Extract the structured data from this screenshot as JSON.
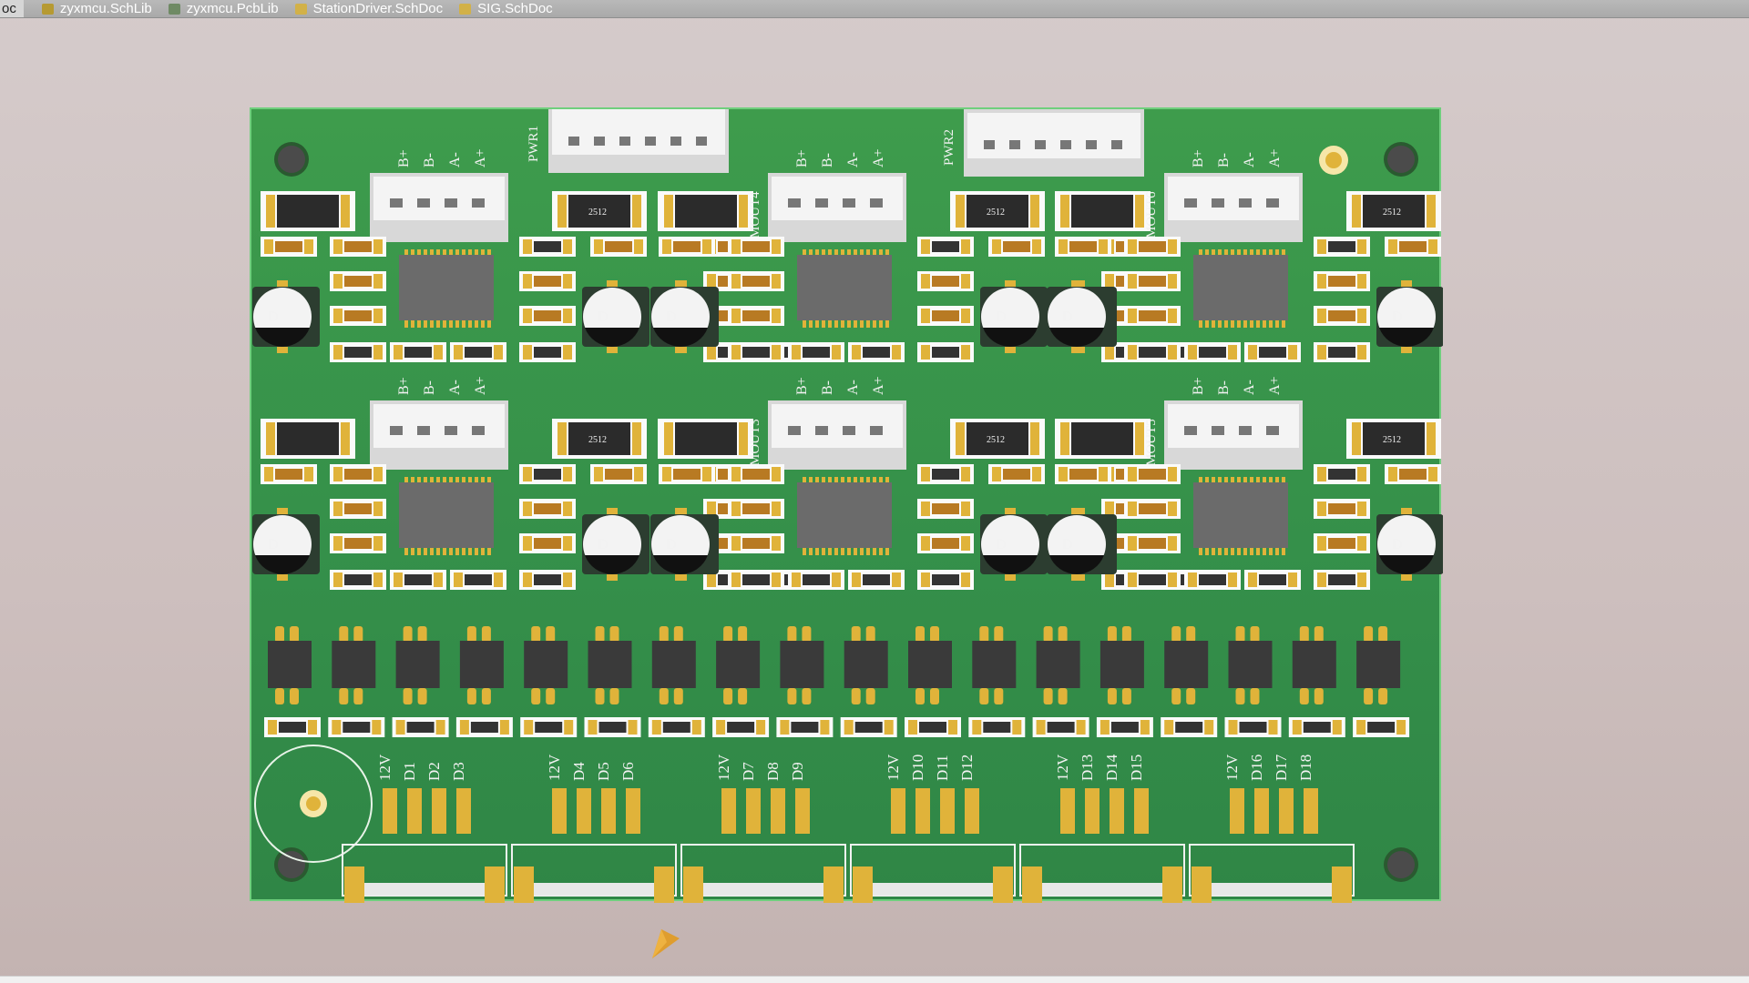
{
  "tabs": [
    {
      "label": "oc",
      "icon": "none"
    },
    {
      "label": "zyxmcu.SchLib",
      "icon": "schlib-icon"
    },
    {
      "label": "zyxmcu.PcbLib",
      "icon": "pcblib-icon"
    },
    {
      "label": "StationDriver.SchDoc",
      "icon": "schdoc-icon"
    },
    {
      "label": "SIG.SchDoc",
      "icon": "schdoc-icon"
    }
  ],
  "colors": {
    "board": "#3a964a",
    "pad": "#e0b33a",
    "chip": "#6b6b6b",
    "silk": "#f2f2f2",
    "connector": "#f4f4f4"
  },
  "connectors": {
    "power": [
      {
        "ref": "PWR1"
      },
      {
        "ref": "PWR2"
      }
    ],
    "motor_pins": [
      "B+",
      "B-",
      "A-",
      "A+"
    ],
    "motor_top": [
      {
        "ref": "",
        "pins": [
          "B+",
          "B-",
          "A-",
          "A+"
        ]
      },
      {
        "ref": "MOUT4",
        "pins": [
          "B+",
          "B-",
          "A-",
          "A+"
        ]
      },
      {
        "ref": "MOUT6",
        "pins": [
          "B+",
          "B-",
          "A-",
          "A+"
        ]
      }
    ],
    "motor_bottom": [
      {
        "ref": "",
        "pins": [
          "B+",
          "B-",
          "A-",
          "A+"
        ]
      },
      {
        "ref": "MOUT3",
        "pins": [
          "B+",
          "B-",
          "A-",
          "A+"
        ]
      },
      {
        "ref": "MOUT5",
        "pins": [
          "B+",
          "B-",
          "A-",
          "A+"
        ]
      }
    ]
  },
  "resistor_marks": [
    "2512",
    "2512"
  ],
  "signal_groups": [
    [
      "12V",
      "D1",
      "D2",
      "D3"
    ],
    [
      "12V",
      "D4",
      "D5",
      "D6"
    ],
    [
      "12V",
      "D7",
      "D8",
      "D9"
    ],
    [
      "12V",
      "D10",
      "D11",
      "D12"
    ],
    [
      "12V",
      "D13",
      "D14",
      "D15"
    ],
    [
      "12V",
      "D16",
      "D17",
      "D18"
    ]
  ]
}
